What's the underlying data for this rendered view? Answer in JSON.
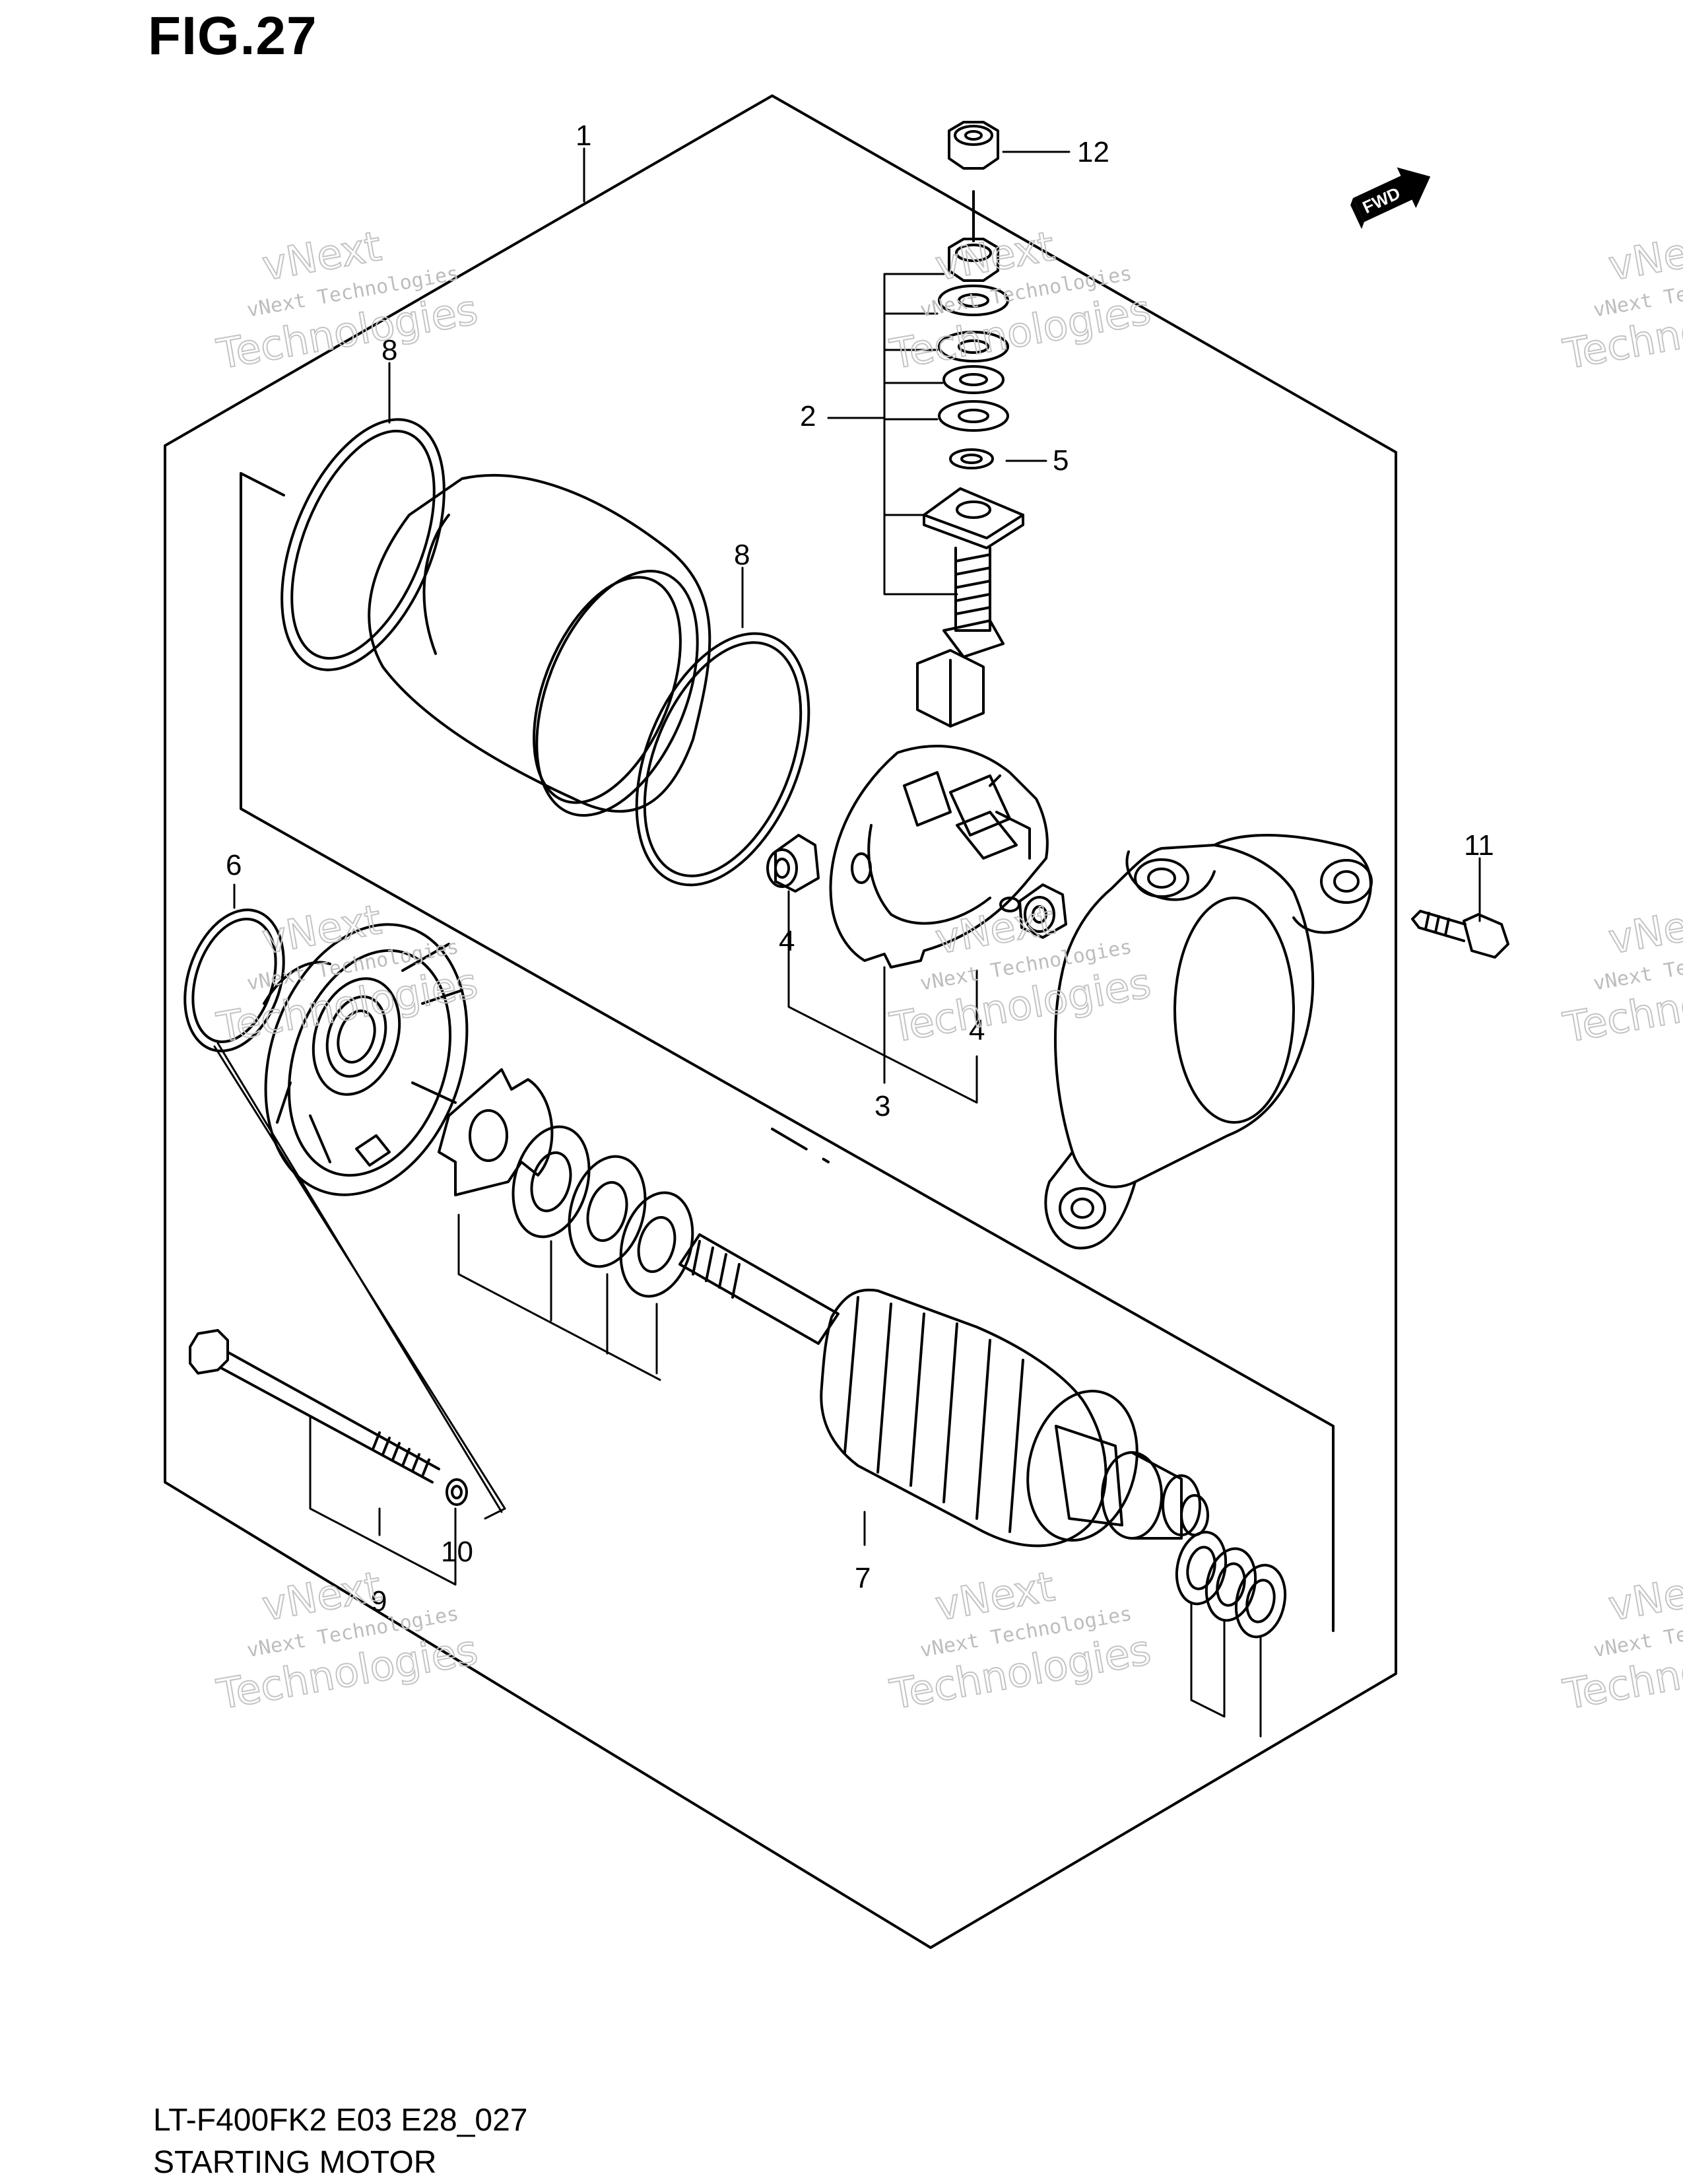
{
  "figure": {
    "title": "FIG.27",
    "model_code": "LT-F400FK2 E03 E28_027",
    "section_name": "STARTING MOTOR"
  },
  "direction_badge": {
    "label": "FWD",
    "icon": "forward-arrow-icon"
  },
  "callouts": [
    {
      "id": "c1",
      "number": "1",
      "part": "starting-motor-assembly"
    },
    {
      "id": "c2",
      "number": "2",
      "part": "terminal-kit"
    },
    {
      "id": "c3",
      "number": "3",
      "part": "brush-holder"
    },
    {
      "id": "c4a",
      "number": "4",
      "part": "brush-left"
    },
    {
      "id": "c4b",
      "number": "4",
      "part": "brush-right"
    },
    {
      "id": "c5",
      "number": "5",
      "part": "washer"
    },
    {
      "id": "c6",
      "number": "6",
      "part": "o-ring"
    },
    {
      "id": "c7",
      "number": "7",
      "part": "armature"
    },
    {
      "id": "c8a",
      "number": "8",
      "part": "o-ring-yoke-front"
    },
    {
      "id": "c8b",
      "number": "8",
      "part": "o-ring-yoke-rear"
    },
    {
      "id": "c9",
      "number": "9",
      "part": "housing-bolt"
    },
    {
      "id": "c10",
      "number": "10",
      "part": "o-ring-small"
    },
    {
      "id": "c11",
      "number": "11",
      "part": "mounting-bolt"
    },
    {
      "id": "c12",
      "number": "12",
      "part": "nut"
    }
  ],
  "watermark": {
    "brand": "vNext",
    "line": "vNext Technologies",
    "word": "Technologies"
  },
  "colors": {
    "ink": "#000000",
    "watermark": "#c4c4c4",
    "background": "#ffffff"
  }
}
